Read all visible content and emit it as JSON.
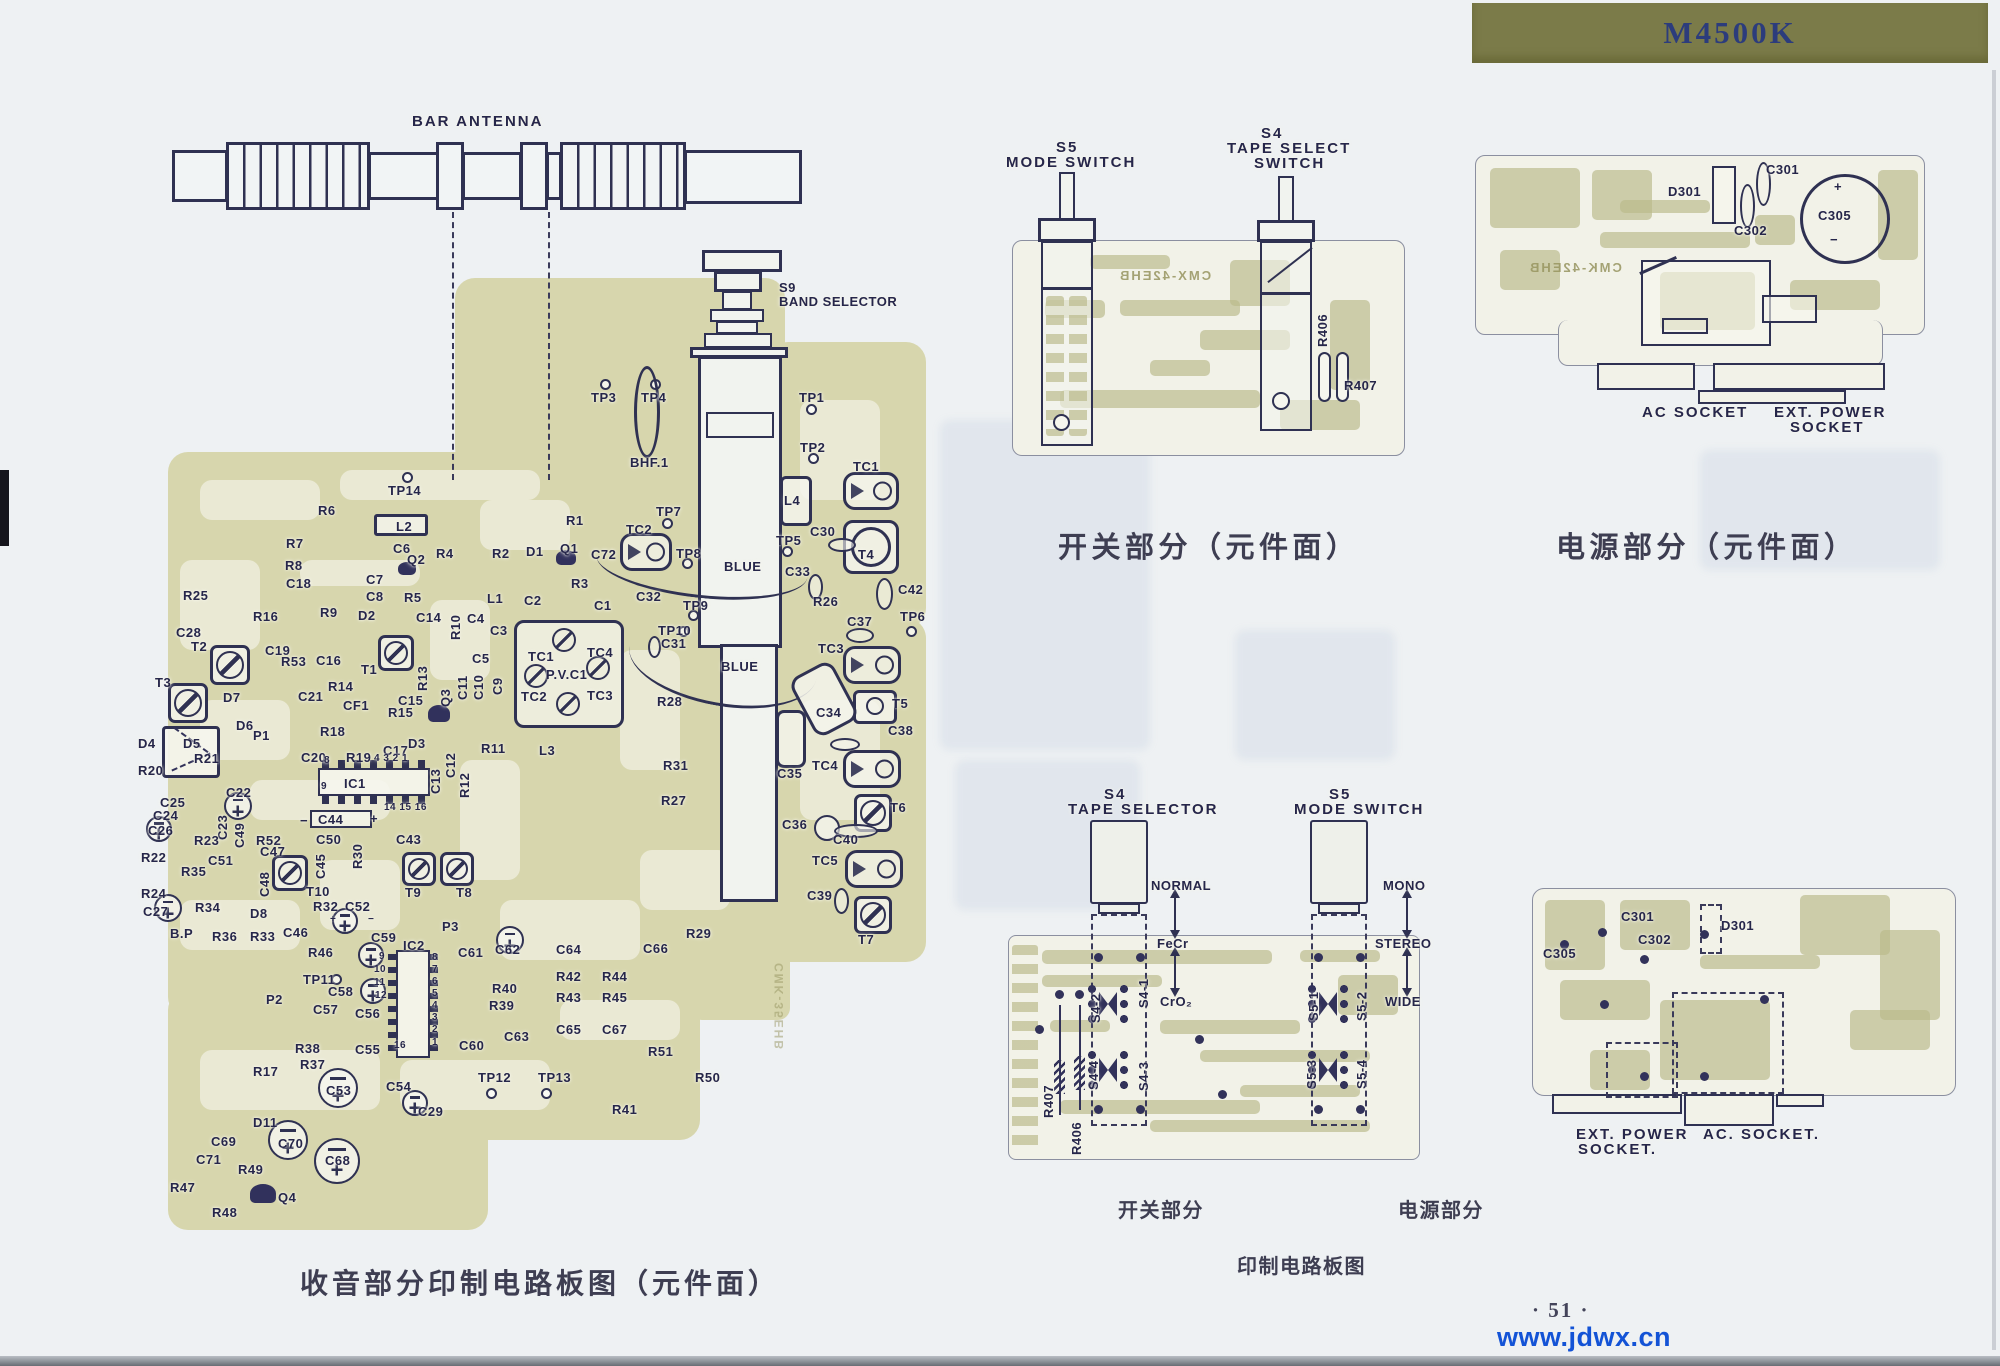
{
  "page": {
    "model": "M4500K",
    "page_number": "· 51 ·",
    "watermark": "www.jdwx.cn"
  },
  "captions": {
    "radio_board": "收音部分印制电路板图（元件面）",
    "switch_top": "开关部分（元件面）",
    "power_top": "电源部分（元件面）",
    "switch_bottom": "开关部分",
    "power_bottom": "电源部分",
    "pcb_bottom": "印制电路板图"
  },
  "board_codes": {
    "switch_top": "CMX-42EHB",
    "power_top": "CMK-42EHB",
    "radio": "CMK-35EHB"
  },
  "colors": {
    "pcb_khaki": "#d7d6ad",
    "trace_olive": "#bab98a",
    "ink": "#2f3152",
    "banner": "#7b7b49",
    "watermark_blue": "#1353d6"
  },
  "labels": {
    "radio": [
      [
        "BAR ANTENNA",
        412,
        114,
        "b"
      ],
      [
        "S9",
        779,
        281
      ],
      [
        "BAND SELECTOR",
        779,
        295
      ],
      [
        "TP14",
        388,
        484
      ],
      [
        "TP3",
        591,
        391
      ],
      [
        "TP4",
        641,
        391
      ],
      [
        "TP1",
        799,
        391
      ],
      [
        "TP2",
        800,
        441
      ],
      [
        "BHF.1",
        630,
        456
      ],
      [
        "R6",
        318,
        504
      ],
      [
        "L2",
        396,
        520
      ],
      [
        "R7",
        286,
        537
      ],
      [
        "C6",
        393,
        542
      ],
      [
        "Q2",
        407,
        553
      ],
      [
        "R8",
        285,
        559
      ],
      [
        "R4",
        436,
        547
      ],
      [
        "C18",
        286,
        577
      ],
      [
        "C7",
        366,
        573
      ],
      [
        "C8",
        366,
        590
      ],
      [
        "R5",
        404,
        591
      ],
      [
        "R25",
        183,
        589
      ],
      [
        "R16",
        253,
        610
      ],
      [
        "C28",
        176,
        626
      ],
      [
        "R9",
        320,
        606
      ],
      [
        "D2",
        358,
        609
      ],
      [
        "C14",
        416,
        611
      ],
      [
        "R10",
        449,
        640,
        "v"
      ],
      [
        "T2",
        191,
        640
      ],
      [
        "C19",
        265,
        644
      ],
      [
        "R53",
        281,
        655
      ],
      [
        "C16",
        316,
        654
      ],
      [
        "T1",
        361,
        663
      ],
      [
        "R13",
        416,
        691,
        "v"
      ],
      [
        "T3",
        155,
        676
      ],
      [
        "D7",
        223,
        691
      ],
      [
        "C21",
        298,
        690
      ],
      [
        "R14",
        328,
        680
      ],
      [
        "C15",
        398,
        694
      ],
      [
        "CF1",
        343,
        699
      ],
      [
        "R15",
        388,
        706
      ],
      [
        "D4",
        138,
        737
      ],
      [
        "D5",
        183,
        737
      ],
      [
        "R21",
        194,
        752
      ],
      [
        "R20",
        138,
        764
      ],
      [
        "D6",
        236,
        719
      ],
      [
        "P1",
        253,
        729
      ],
      [
        "R18",
        320,
        725
      ],
      [
        "C17",
        383,
        744
      ],
      [
        "D3",
        408,
        737
      ],
      [
        "C20",
        301,
        751
      ],
      [
        "R19",
        346,
        751
      ],
      [
        "8",
        324,
        756,
        "s"
      ],
      [
        "4 3 2 1",
        374,
        754,
        "s"
      ],
      [
        "9",
        321,
        782,
        "s"
      ],
      [
        "IC1",
        344,
        777
      ],
      [
        "14 15 16",
        384,
        803,
        "s"
      ],
      [
        "C22",
        226,
        786
      ],
      [
        "C25",
        160,
        796
      ],
      [
        "C24",
        153,
        809
      ],
      [
        "C26",
        148,
        824
      ],
      [
        "C23",
        216,
        840,
        "v"
      ],
      [
        "C49",
        233,
        848,
        "v"
      ],
      [
        "R23",
        194,
        834
      ],
      [
        "C51",
        208,
        854
      ],
      [
        "R52",
        256,
        834
      ],
      [
        "C47",
        260,
        845
      ],
      [
        "C50",
        316,
        833
      ],
      [
        "−",
        300,
        814
      ],
      [
        "C44",
        318,
        813
      ],
      [
        "+",
        370,
        812
      ],
      [
        "R22",
        141,
        851
      ],
      [
        "R35",
        181,
        865
      ],
      [
        "C48",
        258,
        897,
        "v"
      ],
      [
        "C45",
        314,
        879,
        "v"
      ],
      [
        "R30",
        351,
        869,
        "v"
      ],
      [
        "C43",
        396,
        833
      ],
      [
        "T10",
        306,
        885
      ],
      [
        "T9",
        405,
        886
      ],
      [
        "T8",
        456,
        886
      ],
      [
        "R24",
        141,
        887
      ],
      [
        "C27",
        143,
        905
      ],
      [
        "B.P",
        170,
        927
      ],
      [
        "R34",
        195,
        901
      ],
      [
        "D8",
        250,
        907
      ],
      [
        "R32",
        313,
        900
      ],
      [
        "C52",
        345,
        900
      ],
      [
        "+",
        330,
        915,
        "s"
      ],
      [
        "−",
        368,
        915,
        "s"
      ],
      [
        "R36",
        212,
        930
      ],
      [
        "R33",
        250,
        930
      ],
      [
        "C46",
        283,
        926
      ],
      [
        "R46",
        308,
        946
      ],
      [
        "C59",
        371,
        931
      ],
      [
        "IC2",
        403,
        939
      ],
      [
        "9",
        379,
        952,
        "s"
      ],
      [
        "10",
        374,
        965,
        "s"
      ],
      [
        "11",
        374,
        978,
        "s"
      ],
      [
        "12",
        375,
        991,
        "s"
      ],
      [
        "16",
        394,
        1041,
        "s"
      ],
      [
        "8",
        432,
        953,
        "s"
      ],
      [
        "7",
        432,
        965,
        "s"
      ],
      [
        "6",
        432,
        977,
        "s"
      ],
      [
        "5",
        432,
        989,
        "s"
      ],
      [
        "4",
        432,
        1001,
        "s"
      ],
      [
        "3",
        432,
        1013,
        "s"
      ],
      [
        "2",
        432,
        1025,
        "s"
      ],
      [
        "1",
        432,
        1038,
        "s"
      ],
      [
        "TP11",
        303,
        973
      ],
      [
        "P2",
        266,
        993
      ],
      [
        "C58",
        328,
        985
      ],
      [
        "C57",
        313,
        1003
      ],
      [
        "C56",
        355,
        1007
      ],
      [
        "R38",
        295,
        1042
      ],
      [
        "C55",
        355,
        1043
      ],
      [
        "R37",
        300,
        1058
      ],
      [
        "R17",
        253,
        1065
      ],
      [
        "C53",
        326,
        1084
      ],
      [
        "C54",
        386,
        1080
      ],
      [
        "C29",
        418,
        1105
      ],
      [
        "D11",
        253,
        1116
      ],
      [
        "C69",
        211,
        1135
      ],
      [
        "C70",
        278,
        1137
      ],
      [
        "C71",
        196,
        1153
      ],
      [
        "R49",
        238,
        1163
      ],
      [
        "R47",
        170,
        1181
      ],
      [
        "R48",
        212,
        1206
      ],
      [
        "Q4",
        278,
        1191
      ],
      [
        "C68",
        325,
        1154
      ],
      [
        "P3",
        442,
        920
      ],
      [
        "C61",
        458,
        946
      ],
      [
        "C62",
        495,
        943
      ],
      [
        "R40",
        492,
        982
      ],
      [
        "R39",
        489,
        999
      ],
      [
        "C63",
        504,
        1030
      ],
      [
        "C60",
        459,
        1039
      ],
      [
        "TP12",
        478,
        1071
      ],
      [
        "TP13",
        538,
        1071
      ],
      [
        "C64",
        556,
        943
      ],
      [
        "C66",
        643,
        942
      ],
      [
        "R42",
        556,
        970
      ],
      [
        "R44",
        602,
        970
      ],
      [
        "R43",
        556,
        991
      ],
      [
        "R45",
        602,
        991
      ],
      [
        "C65",
        556,
        1023
      ],
      [
        "C67",
        602,
        1023
      ],
      [
        "R29",
        686,
        927
      ],
      [
        "R51",
        648,
        1045
      ],
      [
        "R50",
        695,
        1071
      ],
      [
        "R41",
        612,
        1103
      ],
      [
        "R1",
        566,
        514
      ],
      [
        "TP7",
        656,
        505
      ],
      [
        "TC2",
        626,
        523
      ],
      [
        "TP8",
        676,
        547
      ],
      [
        "R2",
        492,
        547
      ],
      [
        "D1",
        526,
        545
      ],
      [
        "Q1",
        560,
        542
      ],
      [
        "C72",
        591,
        548
      ],
      [
        "L1",
        487,
        592
      ],
      [
        "C2",
        524,
        594
      ],
      [
        "R3",
        571,
        577
      ],
      [
        "C1",
        594,
        599
      ],
      [
        "C32",
        636,
        590
      ],
      [
        "TP9",
        683,
        599
      ],
      [
        "TP10",
        658,
        624
      ],
      [
        "C31",
        661,
        637
      ],
      [
        "C4",
        467,
        612
      ],
      [
        "C3",
        490,
        624
      ],
      [
        "C5",
        472,
        652
      ],
      [
        "C9",
        491,
        695,
        "v"
      ],
      [
        "C10",
        472,
        700,
        "v"
      ],
      [
        "C11",
        456,
        700,
        "v"
      ],
      [
        "Q3",
        439,
        707,
        "v"
      ],
      [
        "C12",
        444,
        778,
        "v"
      ],
      [
        "C13",
        429,
        794,
        "v"
      ],
      [
        "R11",
        481,
        742
      ],
      [
        "R12",
        458,
        798,
        "v"
      ],
      [
        "L3",
        539,
        744
      ],
      [
        "TC1",
        528,
        650
      ],
      [
        "TC4",
        587,
        646
      ],
      [
        "P.V.C1",
        546,
        668
      ],
      [
        "TC2",
        521,
        690
      ],
      [
        "TC3",
        587,
        689
      ],
      [
        "R28",
        657,
        695
      ],
      [
        "R31",
        663,
        759
      ],
      [
        "R27",
        661,
        794
      ],
      [
        "BLUE",
        724,
        560
      ],
      [
        "BLUE",
        721,
        660
      ],
      [
        "L4",
        784,
        494
      ],
      [
        "TC1",
        853,
        460
      ],
      [
        "C30",
        810,
        525
      ],
      [
        "TP5",
        776,
        534
      ],
      [
        "T4",
        858,
        548
      ],
      [
        "C33",
        785,
        565
      ],
      [
        "R26",
        813,
        595
      ],
      [
        "C42",
        898,
        583
      ],
      [
        "TP6",
        900,
        610
      ],
      [
        "C37",
        847,
        615
      ],
      [
        "TC3",
        818,
        642
      ],
      [
        "T5",
        892,
        697
      ],
      [
        "C34",
        816,
        706
      ],
      [
        "C38",
        888,
        724
      ],
      [
        "TC4",
        812,
        759
      ],
      [
        "C35",
        777,
        767
      ],
      [
        "T6",
        890,
        801
      ],
      [
        "C36",
        782,
        818
      ],
      [
        "C40",
        833,
        833
      ],
      [
        "TC5",
        812,
        854
      ],
      [
        "C39",
        807,
        889
      ],
      [
        "T7",
        858,
        933
      ]
    ],
    "switch_top": [
      [
        "S5",
        1056,
        140,
        "b"
      ],
      [
        "MODE SWITCH",
        1006,
        155,
        "b"
      ],
      [
        "S4",
        1261,
        126,
        "b"
      ],
      [
        "TAPE SELECT",
        1227,
        141,
        "b"
      ],
      [
        "SWITCH",
        1254,
        156,
        "b"
      ],
      [
        "R406",
        1316,
        347,
        "v"
      ],
      [
        "R407",
        1344,
        379
      ]
    ],
    "power_top": [
      [
        "D301",
        1668,
        185
      ],
      [
        "C301",
        1766,
        163
      ],
      [
        "C302",
        1734,
        224
      ],
      [
        "C305",
        1818,
        209
      ],
      [
        "+",
        1834,
        180
      ],
      [
        "−",
        1830,
        233
      ],
      [
        "AC SOCKET",
        1642,
        405,
        "b"
      ],
      [
        "EXT. POWER",
        1774,
        405,
        "b"
      ],
      [
        "SOCKET",
        1790,
        420,
        "b"
      ]
    ],
    "switch_bottom": [
      [
        "S4",
        1104,
        787,
        "b"
      ],
      [
        "TAPE SELECTOR",
        1068,
        802,
        "b"
      ],
      [
        "S5",
        1329,
        787,
        "b"
      ],
      [
        "MODE SWITCH",
        1294,
        802,
        "b"
      ],
      [
        "NORMAL",
        1151,
        879
      ],
      [
        "FeCr",
        1157,
        937
      ],
      [
        "CrO₂",
        1160,
        995
      ],
      [
        "MONO",
        1383,
        879
      ],
      [
        "STEREO",
        1375,
        937
      ],
      [
        "WIDE",
        1385,
        995
      ],
      [
        "S4-2",
        1089,
        1023,
        "v"
      ],
      [
        "S4-1",
        1137,
        1008,
        "v"
      ],
      [
        "S4-4",
        1087,
        1090,
        "v"
      ],
      [
        "S4-3",
        1137,
        1091,
        "v"
      ],
      [
        "S5-1",
        1307,
        1021,
        "v"
      ],
      [
        "S5-2",
        1355,
        1021,
        "v"
      ],
      [
        "S5-3",
        1305,
        1089,
        "v"
      ],
      [
        "S5-4",
        1355,
        1089,
        "v"
      ],
      [
        "R407",
        1042,
        1118,
        "v"
      ],
      [
        "R406",
        1070,
        1155,
        "v"
      ]
    ],
    "power_bottom": [
      [
        "C305",
        1543,
        947
      ],
      [
        "C301",
        1621,
        910
      ],
      [
        "C302",
        1638,
        933
      ],
      [
        "D301",
        1721,
        919
      ],
      [
        "EXT. POWER",
        1576,
        1127,
        "b"
      ],
      [
        "SOCKET.",
        1578,
        1142,
        "b"
      ],
      [
        "AC. SOCKET.",
        1703,
        1127,
        "b"
      ]
    ]
  }
}
